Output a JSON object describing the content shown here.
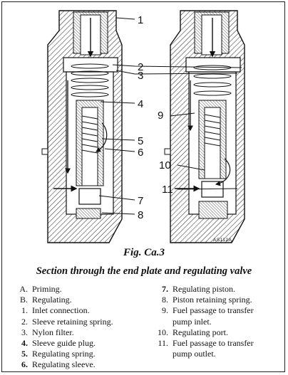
{
  "figure": {
    "number": "Fig. Ca.3",
    "caption": "Section through the end plate and regulating valve",
    "drawing_code": "AS112A"
  },
  "callouts": [
    "1",
    "2",
    "3",
    "4",
    "9",
    "5",
    "6",
    "10",
    "11",
    "7",
    "8"
  ],
  "legend_left": [
    {
      "key": "A.",
      "text": "Priming.",
      "bold": false
    },
    {
      "key": "B.",
      "text": "Regulating.",
      "bold": false
    },
    {
      "key": "1.",
      "text": "Inlet connection.",
      "bold": false
    },
    {
      "key": "2.",
      "text": "Sleeve retaining spring.",
      "bold": false
    },
    {
      "key": "3.",
      "text": "Nylon filter.",
      "bold": false
    },
    {
      "key": "4.",
      "text": "Sleeve guide plug.",
      "bold": true
    },
    {
      "key": "5.",
      "text": "Regulating spring.",
      "bold": true
    },
    {
      "key": "6.",
      "text": "Regulating sleeve.",
      "bold": true
    }
  ],
  "legend_right": [
    {
      "key": "7.",
      "text": "Regulating piston.",
      "bold": true
    },
    {
      "key": "8.",
      "text": "Piston retaining spring.",
      "bold": false
    },
    {
      "key": "9.",
      "text": "Fuel passage to transfer",
      "bold": false,
      "cont": "pump inlet."
    },
    {
      "key": "10.",
      "text": "Regulating port.",
      "bold": false
    },
    {
      "key": "11.",
      "text": "Fuel passage to transfer",
      "bold": false,
      "cont": "pump outlet."
    }
  ]
}
